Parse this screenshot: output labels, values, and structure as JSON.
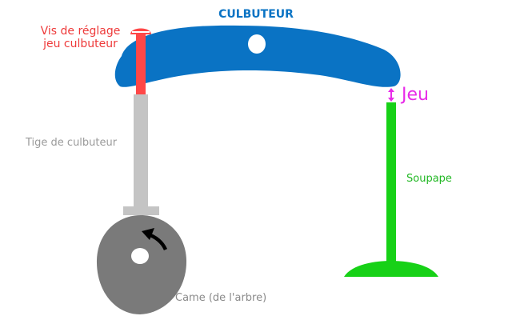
{
  "diagram": {
    "title": "CULBUTEUR",
    "labels": {
      "screw_line1": "Vis de réglage",
      "screw_line2": "jeu culbuteur",
      "pushrod": "Tige de culbuteur",
      "valve": "Soupape",
      "cam": "Came (de l'arbre)",
      "gap": "Jeu"
    },
    "colors": {
      "rocker": "#0a73c4",
      "screw": "#ff4747",
      "pushrod": "#c4c4c4",
      "valve": "#17d117",
      "cam": "#7a7a7a",
      "gap": "#e82be8",
      "rotation_arrow": "#000000"
    }
  }
}
